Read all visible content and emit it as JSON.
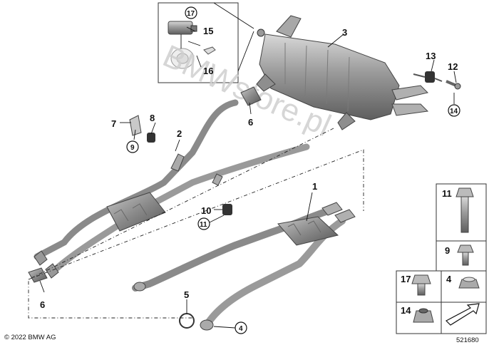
{
  "labels": {
    "p1": "1",
    "p2": "2",
    "p3": "3",
    "p4": "4",
    "p5": "5",
    "p6a": "6",
    "p6b": "6",
    "p7": "7",
    "p8": "8",
    "p9": "9",
    "p10": "10",
    "p11": "11",
    "p12": "12",
    "p13": "13",
    "p14": "14",
    "p15": "15",
    "p16": "16",
    "p17": "17"
  },
  "circled": {
    "c4": "4",
    "c9": "9",
    "c11": "11",
    "c14": "14",
    "c17": "17"
  },
  "legend": {
    "l11": "11",
    "l9": "9",
    "l17": "17",
    "l4": "4",
    "l14": "14"
  },
  "copyright": "© 2022 BMW AG",
  "diagram_id": "521680",
  "watermark": "BMWstore.pl"
}
